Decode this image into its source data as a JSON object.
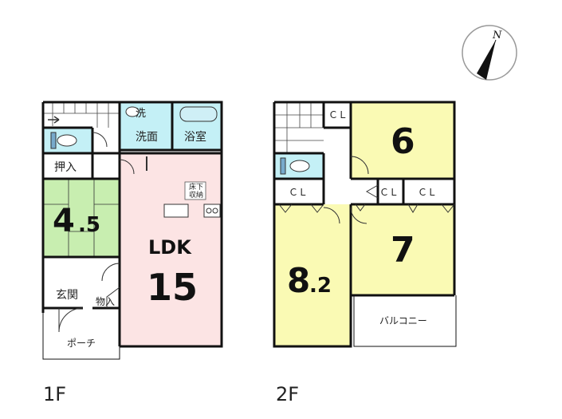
{
  "floor_1": {
    "label": "1F",
    "rooms": {
      "ldk_label": "LDK",
      "ldk_size": "15",
      "washitsu_size_int": "4",
      "washitsu_size_dec": ".5",
      "oshiire": "押入",
      "senmen": "洗面",
      "sen": "洗",
      "yokushitsu": "浴室",
      "genkan": "玄関",
      "monoire": "物入",
      "porch": "ポーチ",
      "yukashita_1": "床下",
      "yukashita_2": "収納"
    }
  },
  "floor_2": {
    "label": "2F",
    "rooms": {
      "room_6": "6",
      "room_7": "7",
      "room_8_int": "8",
      "room_8_dec": ".2",
      "closet": "ＣＬ",
      "balcony": "バルコニー"
    }
  },
  "compass": {
    "letter": "N"
  },
  "colors": {
    "wall": "#111111",
    "ldk": "#fce4e4",
    "washitsu": "#c8eeb0",
    "bedroom": "#fafab4",
    "wet_area": "#c4f0f6"
  }
}
